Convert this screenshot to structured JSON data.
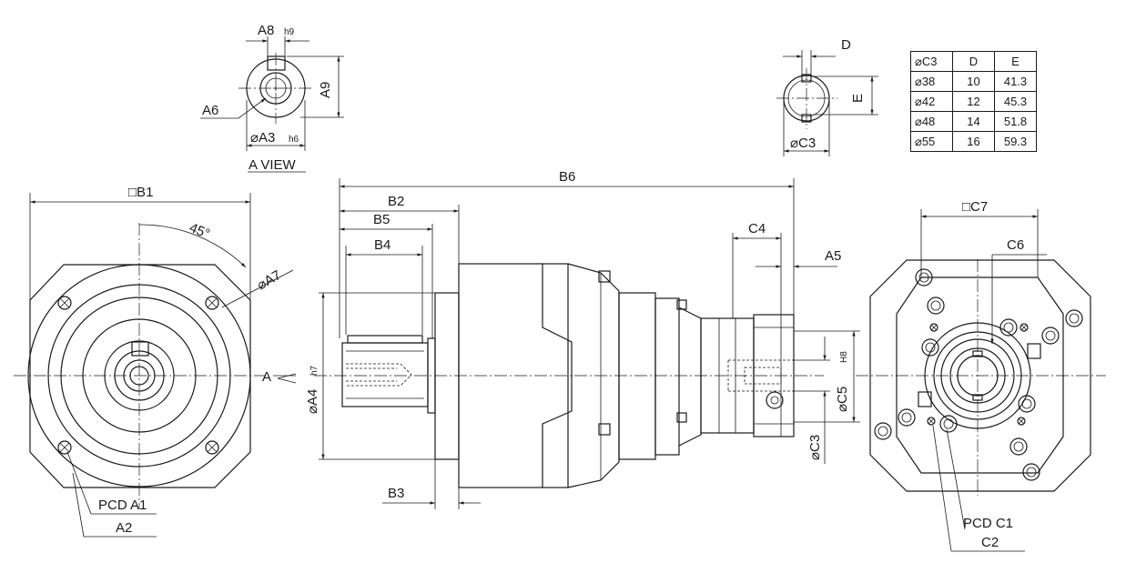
{
  "labels": {
    "a8": "A8",
    "a8_tol": "h9",
    "a9": "A9",
    "a6": "A6",
    "a3": "⌀A3",
    "a3_tol": "h6",
    "a_view": "A VIEW",
    "b1": "□B1",
    "angle": "45°",
    "a7": "⌀A7",
    "pcd_a1": "PCD A1",
    "a2": "A2",
    "a_arrow": "A",
    "b6": "B6",
    "b2": "B2",
    "b5": "B5",
    "b4": "B4",
    "b3": "B3",
    "a4": "⌀A4",
    "a4_tol": "h7",
    "c4": "C4",
    "a5": "A5",
    "c5": "⌀C5",
    "c5_tol": "H8",
    "c3_side": "⌀C3",
    "d": "D",
    "e": "E",
    "c3_top": "⌀C3",
    "c7": "□C7",
    "c6": "C6",
    "pcd_c1": "PCD C1",
    "c2": "C2"
  },
  "table": {
    "headers": [
      "⌀C3",
      "D",
      "E"
    ],
    "rows": [
      [
        "⌀38",
        "10",
        "41.3"
      ],
      [
        "⌀42",
        "12",
        "45.3"
      ],
      [
        "⌀48",
        "14",
        "51.8"
      ],
      [
        "⌀55",
        "16",
        "59.3"
      ]
    ]
  }
}
